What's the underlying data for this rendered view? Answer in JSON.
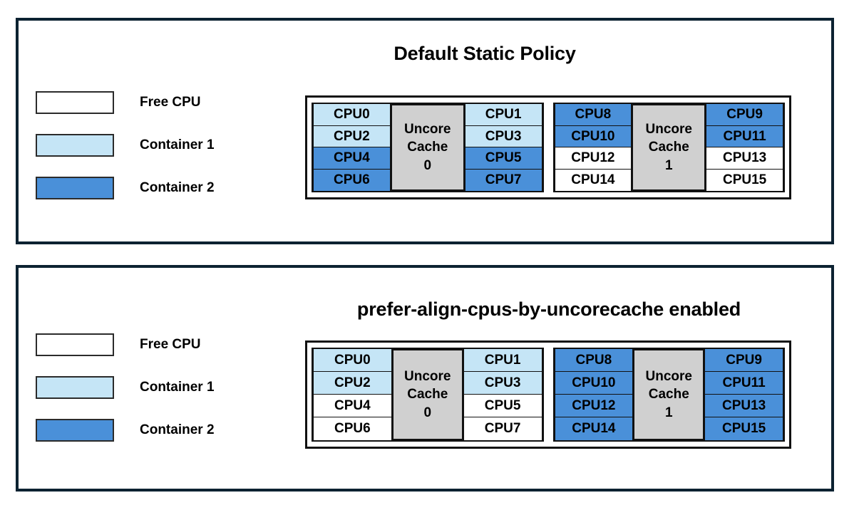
{
  "colors": {
    "free": "#ffffff",
    "container1": "#c5e5f6",
    "container2": "#4a90d9",
    "uncore": "#d0d0d0",
    "panel_border": "#0c2231",
    "cell_border": "#111111",
    "text": "#000000"
  },
  "panels": [
    {
      "id": "default-static-policy",
      "title": "Default Static Policy",
      "legend": [
        {
          "label": "Free CPU",
          "fill": "free"
        },
        {
          "label": "Container 1",
          "fill": "container1"
        },
        {
          "label": "Container 2",
          "fill": "container2"
        }
      ],
      "sockets": [
        {
          "uncore_line1": "Uncore",
          "uncore_line2": "Cache",
          "uncore_index": "0",
          "left_column": [
            {
              "label": "CPU0",
              "fill": "container1"
            },
            {
              "label": "CPU2",
              "fill": "container1"
            },
            {
              "label": "CPU4",
              "fill": "container2"
            },
            {
              "label": "CPU6",
              "fill": "container2"
            }
          ],
          "right_column": [
            {
              "label": "CPU1",
              "fill": "container1"
            },
            {
              "label": "CPU3",
              "fill": "container1"
            },
            {
              "label": "CPU5",
              "fill": "container2"
            },
            {
              "label": "CPU7",
              "fill": "container2"
            }
          ]
        },
        {
          "uncore_line1": "Uncore",
          "uncore_line2": "Cache",
          "uncore_index": "1",
          "left_column": [
            {
              "label": "CPU8",
              "fill": "container2"
            },
            {
              "label": "CPU10",
              "fill": "container2"
            },
            {
              "label": "CPU12",
              "fill": "free"
            },
            {
              "label": "CPU14",
              "fill": "free"
            }
          ],
          "right_column": [
            {
              "label": "CPU9",
              "fill": "container2"
            },
            {
              "label": "CPU11",
              "fill": "container2"
            },
            {
              "label": "CPU13",
              "fill": "free"
            },
            {
              "label": "CPU15",
              "fill": "free"
            }
          ]
        }
      ]
    },
    {
      "id": "prefer-align-cpus-by-uncorecache-enabled",
      "title": "prefer-align-cpus-by-uncorecache enabled",
      "legend": [
        {
          "label": "Free CPU",
          "fill": "free"
        },
        {
          "label": "Container 1",
          "fill": "container1"
        },
        {
          "label": "Container 2",
          "fill": "container2"
        }
      ],
      "sockets": [
        {
          "uncore_line1": "Uncore",
          "uncore_line2": "Cache",
          "uncore_index": "0",
          "left_column": [
            {
              "label": "CPU0",
              "fill": "container1"
            },
            {
              "label": "CPU2",
              "fill": "container1"
            },
            {
              "label": "CPU4",
              "fill": "free"
            },
            {
              "label": "CPU6",
              "fill": "free"
            }
          ],
          "right_column": [
            {
              "label": "CPU1",
              "fill": "container1"
            },
            {
              "label": "CPU3",
              "fill": "container1"
            },
            {
              "label": "CPU5",
              "fill": "free"
            },
            {
              "label": "CPU7",
              "fill": "free"
            }
          ]
        },
        {
          "uncore_line1": "Uncore",
          "uncore_line2": "Cache",
          "uncore_index": "1",
          "left_column": [
            {
              "label": "CPU8",
              "fill": "container2"
            },
            {
              "label": "CPU10",
              "fill": "container2"
            },
            {
              "label": "CPU12",
              "fill": "container2"
            },
            {
              "label": "CPU14",
              "fill": "container2"
            }
          ],
          "right_column": [
            {
              "label": "CPU9",
              "fill": "container2"
            },
            {
              "label": "CPU11",
              "fill": "container2"
            },
            {
              "label": "CPU13",
              "fill": "container2"
            },
            {
              "label": "CPU15",
              "fill": "container2"
            }
          ]
        }
      ]
    }
  ]
}
